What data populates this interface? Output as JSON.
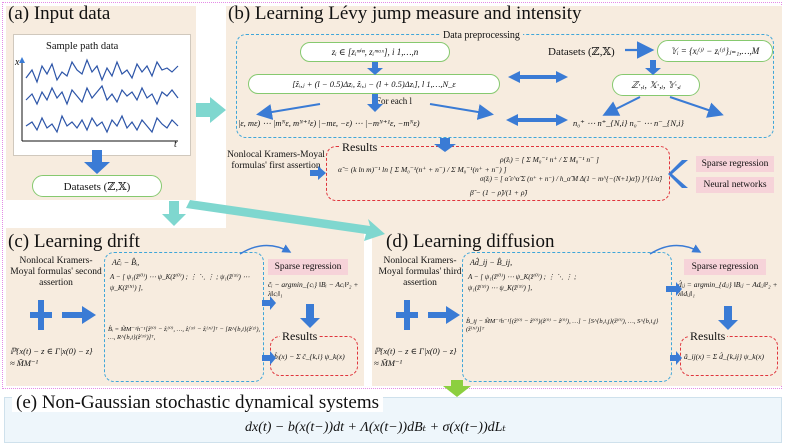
{
  "panel_a": {
    "title": "(a) Input data",
    "sample_label": "Sample path data",
    "axis_x": "x",
    "axis_t": "t",
    "datasets": "Datasets (ℤ,𝕏)"
  },
  "panel_b": {
    "title": "(b) Learning Lévy jump measure and intensity",
    "preprocessing_label": "Data preprocessing",
    "z_def": "zᵢ ∈ [zᵢᵐⁱⁿ, zᵢᵐᵃˣ],  i   1,…,n",
    "z_grid": "[ẑᵢ,ⱼ + (l − 0.5)Δzᵢ, ẑᵢ,ⱼ − (l + 0.5)Δzᵢ],  l   1,…,N_ε",
    "for_each": "For each l",
    "ranges": "|ε, mε)     ⋯   |mᴺε, mᴺ⁺¹ε)   |−mε, −ε)   ⋯   |−mᴺ⁺¹ε, −mᴺε)",
    "datasets_right": "Datasets (ℤ,𝕏)",
    "y_def": "𝕐ᵢ = {xᵢ⁽ʲ⁾ − zᵢ⁽ʲ⁾}ⱼ₌₁,…,M",
    "zxy": "ℤ·,ᵢ, 𝕏·,ᵢ, 𝕐·,ᵢ",
    "counts": "n₀⁺   ⋯   n⁺_{N,i}   n₀⁻   ⋯   n⁻_{N,i}",
    "nonlocal_label": "Nonlocal Kramers-Moyal formulas' first assertion",
    "results": "Results",
    "formula_alpha": "α̂ = (k ln m)⁻¹ ln [ Σ M₀⁻¹(n⁺ + n⁻) / Σ M₀⁻¹(n⁺ + n⁻) ]",
    "formula_ratio": "ρ(ẑᵢ) = [ Σ M₀⁻¹ n⁺ / Σ M₀⁻¹ n⁻ ]",
    "formula_sigma": "σ(ẑᵢ) = [ α̂ ε^α̂ Σ (n⁺ + n⁻) / h_α̂ M Δ(1 − m^{−(N+1)α̂}) ]^{1/α̂}",
    "formula_beta": "β̂ − (1 − ρ̂)/(1 + ρ̂)",
    "sparse": "Sparse regression",
    "neural": "Neural networks"
  },
  "panel_c": {
    "title": "(c) Learning drift",
    "nonlocal_label": "Nonlocal Kramers-Moyal formulas' second assertion",
    "prob": "ℙ{x(t) − z ∈ Γ|x(0) − z}",
    "approx": "≈ M̃M⁻¹",
    "eq1": "Aĉᵢ − B̂ᵢ,",
    "eq_matrix": "A − [ ψ₁(ẑ⁽⁰⁾) ⋯ ψ_K(ẑ⁽⁰⁾) ; ⋮ ⋱ ⋮ ; ψ₁(ẑ⁽ᴺ⁾) ⋯ ψ_K(ẑ⁽ᴺ⁾) ],",
    "eq_b": "B̂ᵢ = M̃M⁻¹h⁻¹[ẑ⁽⁰⁾ − ẑᵢ⁽⁰⁾, …, ẑᵢ⁽ᴺ⁾ − ẑᵢ⁽ᴺ⁾]ᵀ − [R^{b,i}(ẑ⁽¹⁾), …, R^{b,i}(ẑ⁽ᴺ⁾)]ᵀ,",
    "sparse": "Sparse regression",
    "argmin": "ĉᵢ − argmin_{cᵢ} ‖Bᵢ − Acᵢ‖²₂ + λ‖cᵢ‖₁",
    "results": "Results",
    "result_eq": "b̂ᵢ(x) − Σ ĉ_{k,i} ψ_k(x)"
  },
  "panel_d": {
    "title": "(d) Learning diffusion",
    "nonlocal_label": "Nonlocal Kramers-Moyal formulas' third assertion",
    "prob": "ℙ{x(t) − z ∈ Γ|x(0) − z}",
    "approx": "≈ M̃M⁻¹",
    "eq1": "Ad̂_ij − B̂_ij,",
    "eq_b": "B̂_ij − M̃M⁻¹h⁻¹[(ẑ⁽⁰⁾ − ẑ⁽⁰⁾)(ẑ⁽⁰⁾ − ẑ⁽⁰⁾), …] − [S^{b,i,j}(ẑ⁽⁰⁾), …, S^{b,i,j}(ẑ⁽ᴺ⁾)]ᵀ",
    "sparse": "Sparse regression",
    "argmin": "d̂ᵢⱼ = argmin_{dᵢⱼ} ‖Bᵢⱼ − Adᵢⱼ‖²₂ + λ‖dᵢⱼ‖₁",
    "results": "Results",
    "result_eq": "â_ij(x) = Σ d̂_{k,ij} ψ_k(x)"
  },
  "panel_e": {
    "title": "(e) Non-Gaussian stochastic dynamical systems",
    "equation": "dx(t) − b(x(t−))dt + Λ(x(t−))dBₜ + σ(x(t−))dLₜ"
  },
  "colors": {
    "peach": "#f7ecdf",
    "light_blue": "#eef6fb",
    "arrow_blue": "#3a7bd5",
    "teal_arrow": "#7fd7cf",
    "green_arrow": "#8ccf3f",
    "pink": "#f6d3d9",
    "dashed_blue": "#3fa6d9",
    "dashed_red": "#e0343c",
    "border_magenta": "#e58be6"
  }
}
